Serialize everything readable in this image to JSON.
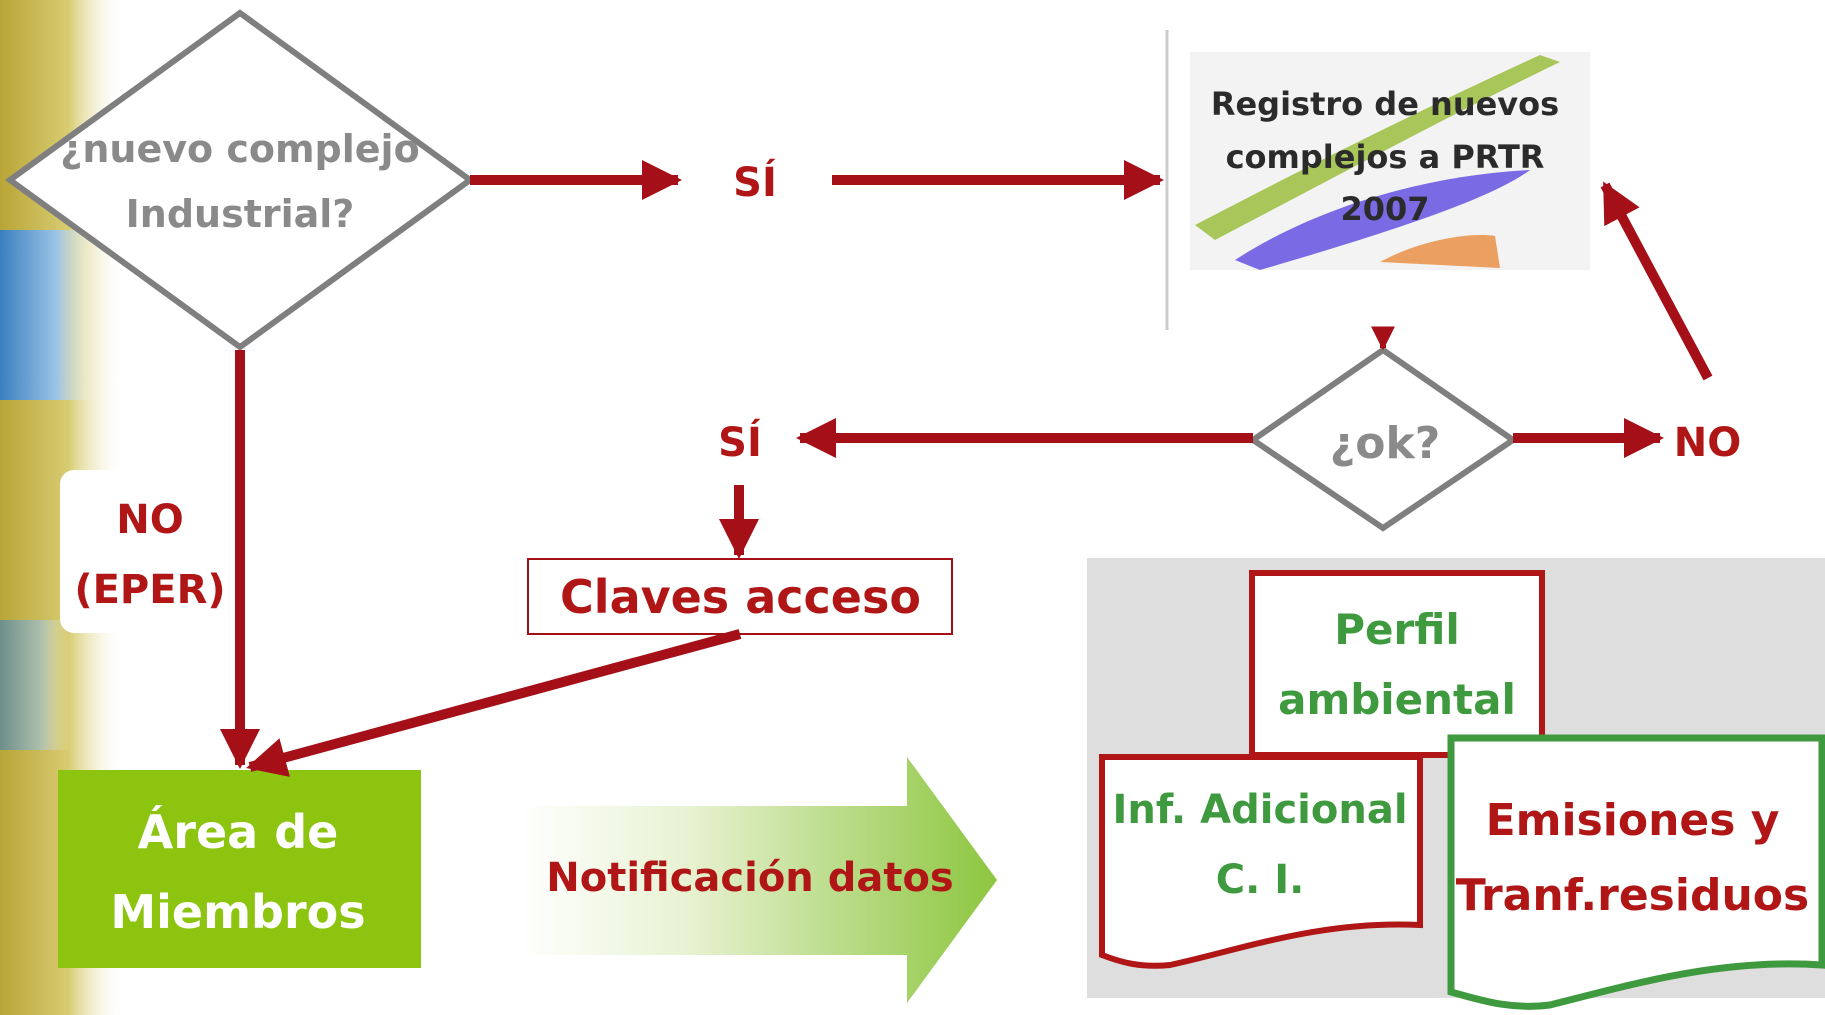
{
  "decision_new_complex": {
    "line1": "¿nuevo complejo",
    "line2": "Industrial?"
  },
  "label_yes_top": "SÍ",
  "registry_logo": {
    "line1": "Registro de nuevos",
    "line2": "complejos a PRTR",
    "line3": "2007"
  },
  "decision_ok": "¿ok?",
  "label_yes_mid": "SÍ",
  "label_no_right": "NO",
  "label_no_eper": {
    "line1": "NO",
    "line2": "(EPER)"
  },
  "access_keys": "Claves acceso",
  "members_area": {
    "line1": "Área de",
    "line2": "Miembros"
  },
  "data_notification": "Notificación datos",
  "doc_environmental_profile": {
    "line1": "Perfil",
    "line2": "ambiental"
  },
  "doc_additional_info": {
    "line1": "Inf. Adicional",
    "line2": "C. I."
  },
  "doc_emissions": {
    "line1": "Emisiones y",
    "line2": "Tranf.residuos"
  },
  "colors": {
    "arrow_red": "#a50f17",
    "diamond_gray": "#7f7f7f",
    "members_green": "#8cc410",
    "doc_red": "#b01616",
    "doc_green": "#3f9a3f",
    "panel_gray": "#dedede"
  }
}
